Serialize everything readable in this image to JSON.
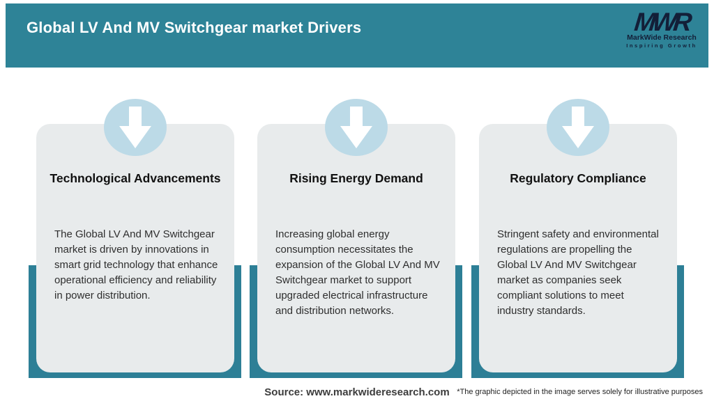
{
  "header": {
    "title": "Global LV And MV Switchgear market Drivers",
    "logo": {
      "monogram": "MWR",
      "name": "MarkWide Research",
      "tagline": "Inspiring Growth"
    }
  },
  "cards": [
    {
      "title": "Technological Advancements",
      "body": "The Global LV And MV Switchgear market is driven by innovations in smart grid technology that enhance operational efficiency and reliability in power distribution.",
      "icon": "down-arrow-icon"
    },
    {
      "title": "Rising Energy Demand",
      "body": "Increasing global energy consumption necessitates the expansion of the Global LV And MV Switchgear market to support upgraded electrical infrastructure and distribution networks.",
      "icon": "down-arrow-icon"
    },
    {
      "title": "Regulatory Compliance",
      "body": "Stringent safety and environmental regulations are propelling the Global LV And MV Switchgear market as companies seek compliant solutions to meet industry standards.",
      "icon": "down-arrow-icon"
    }
  ],
  "footer": {
    "source": "Source: www.markwideresearch.com",
    "disclaimer": "*The graphic depicted in the image serves solely for illustrative purposes"
  },
  "colors": {
    "header_teal": "#2E8397",
    "underlay_teal": "#2D7F96",
    "card_bg": "#E8EBEC",
    "arrow_circle_blue": "#BCDAE7",
    "logo_navy": "#131F38",
    "title_text": "#FFFFFF",
    "heading_text": "#111111",
    "body_text": "#2E2E2E"
  }
}
